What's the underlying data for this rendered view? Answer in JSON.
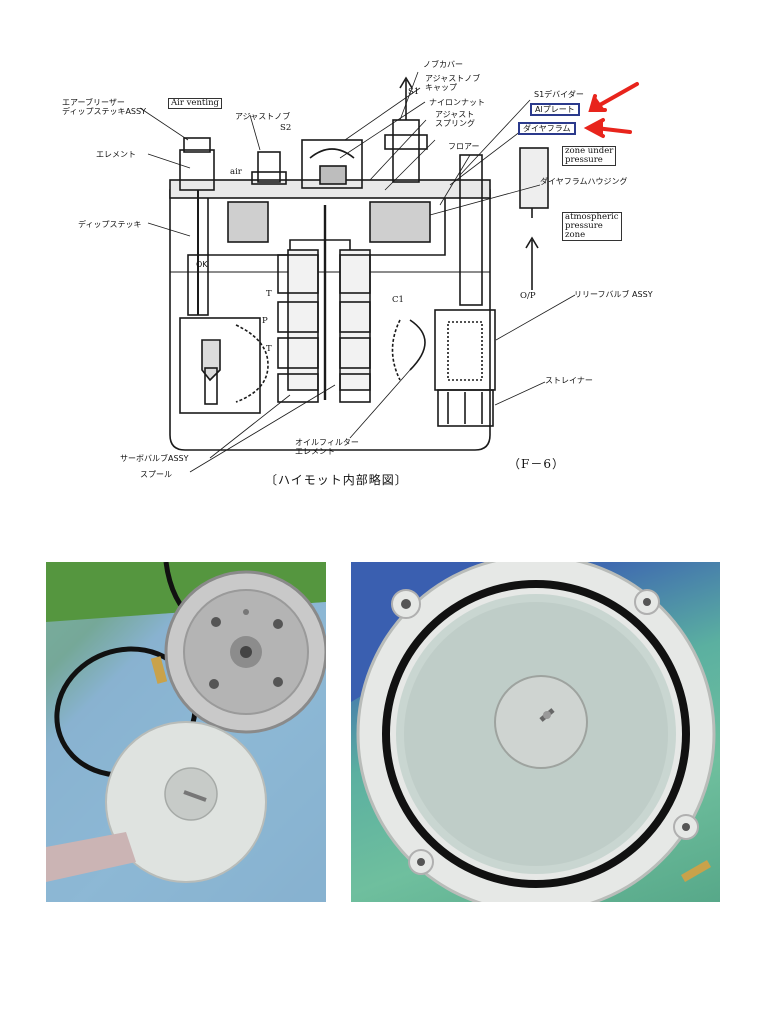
{
  "diagram": {
    "labels": {
      "knob_cover": "ノブカバー",
      "adjust_knob_cap": "アジャストノブ\nキャップ",
      "s1": "S1",
      "nylon_nut": "ナイロンナット",
      "adjust_spring": "アジャスト\nスプリング",
      "flapper": "フロアー",
      "divider": "S1デバイダー",
      "air_breather": "エアーブリーザー\nディップステッキASSY",
      "air_venting": "Air venting",
      "adjust_knob": "アジャストノブ",
      "s2": "S2",
      "element": "エレメント",
      "air": "air",
      "dipstick": "ディップステッキ",
      "ok": "OK",
      "t_top": "T",
      "c1": "C1",
      "p": "P",
      "t_bottom": "T",
      "zone_under_pressure": "zone under\npressure",
      "diaphragm_housing": "ダイヤフラムハウジング",
      "atmospheric_zone": "atmospheric\npressure\nzone",
      "op": "O/P",
      "relief_valve": "リリーフバルブ ASSY",
      "strainer": "ストレイナー",
      "servo_valve": "サーボバルブASSY",
      "spool": "スプール",
      "oil_filter": "オイルフィルター\nエレメント",
      "caption": "〔ハイモット内部略図〕",
      "fig": "（F－6）"
    },
    "highlighted": {
      "plate": "Alプレート",
      "diaphragm": "ダイヤフラム"
    },
    "arrow_color": "#e8241c",
    "highlight_border": "#2b3a8c"
  },
  "photos": {
    "left": "diaphragm housing with removed diaphragm plate",
    "right": "diaphragm installed in housing"
  }
}
